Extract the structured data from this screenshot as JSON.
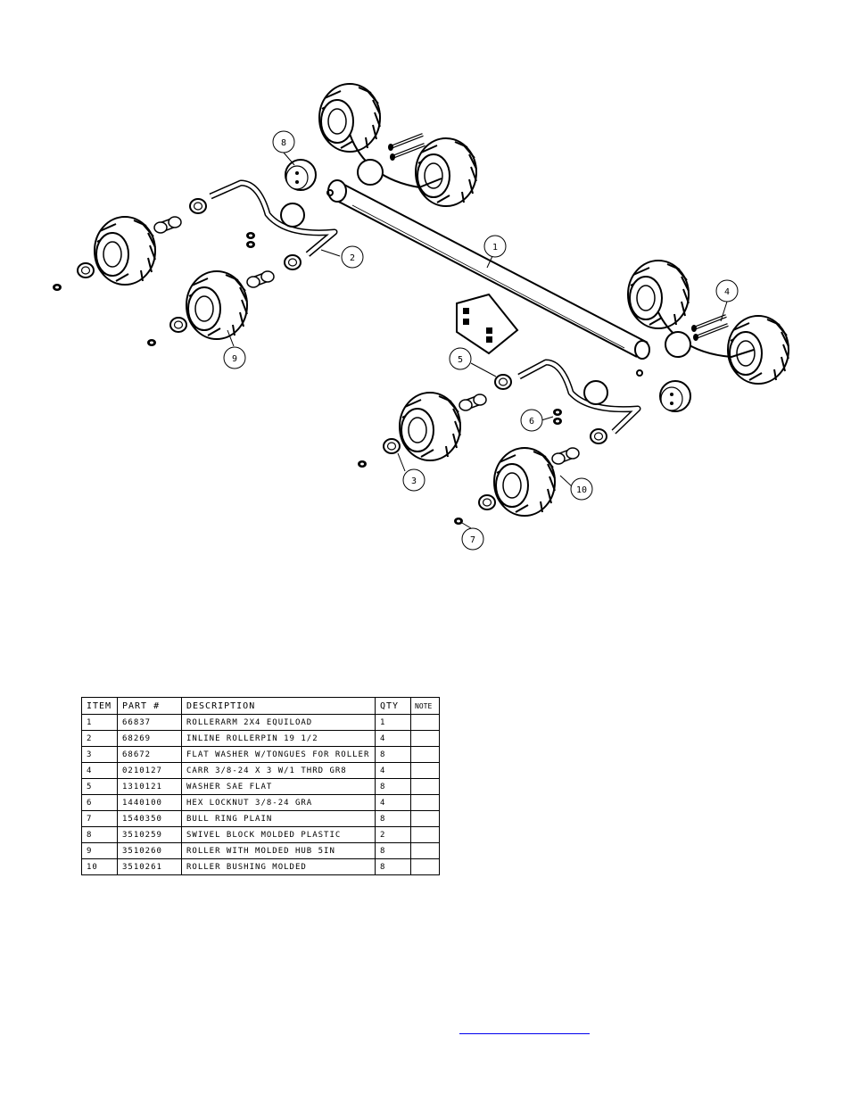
{
  "balloons": [
    "1",
    "2",
    "3",
    "4",
    "5",
    "6",
    "7",
    "8",
    "9",
    "10"
  ],
  "bom": {
    "headers": [
      "ITEM",
      "PART #",
      "DESCRIPTION",
      "QTY",
      "NOTE"
    ],
    "rows": [
      [
        "1",
        "66837",
        "ROLLERARM  2X4 EQUILOAD",
        "1",
        ""
      ],
      [
        "2",
        "68269",
        "INLINE ROLLERPIN 19 1/2",
        "4",
        ""
      ],
      [
        "3",
        "68672",
        "FLAT WASHER W/TONGUES FOR ROLLER",
        "8",
        ""
      ],
      [
        "4",
        "0210127",
        "CARR 3/8-24 X 3 W/1 THRD GR8",
        "4",
        ""
      ],
      [
        "5",
        "1310121",
        "WASHER SAE FLAT",
        "8",
        ""
      ],
      [
        "6",
        "1440100",
        "HEX LOCKNUT 3/8-24 GRA",
        "4",
        ""
      ],
      [
        "7",
        "1540350",
        "BULL RING PLAIN",
        "8",
        ""
      ],
      [
        "8",
        "3510259",
        "SWIVEL BLOCK MOLDED PLASTIC",
        "2",
        ""
      ],
      [
        "9",
        "3510260",
        "ROLLER WITH MOLDED HUB  5IN",
        "8",
        ""
      ],
      [
        "10",
        "3510261",
        "ROLLER BUSHING MOLDED",
        "8",
        ""
      ]
    ]
  },
  "link_text": ""
}
